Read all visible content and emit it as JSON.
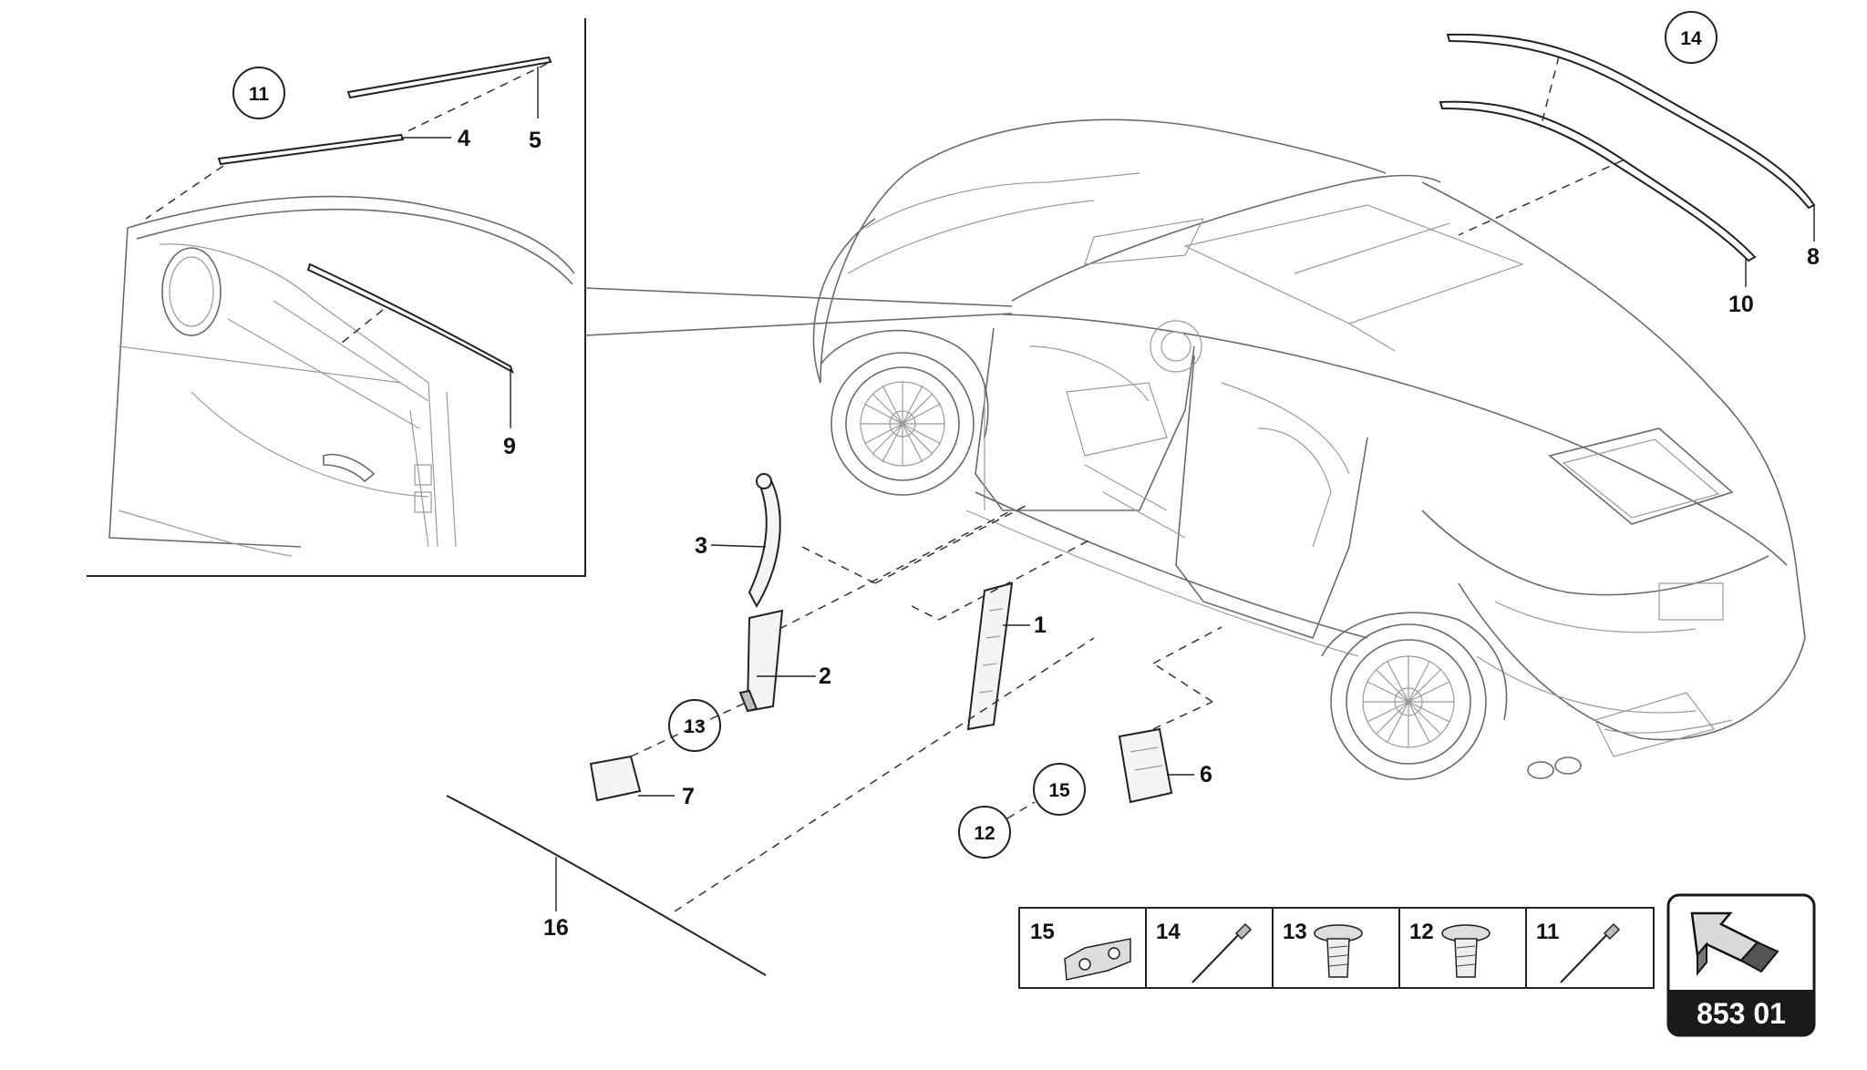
{
  "diagram": {
    "page_code": "853 01",
    "callouts": [
      {
        "id": "c1",
        "label": "1"
      },
      {
        "id": "c2",
        "label": "2"
      },
      {
        "id": "c3",
        "label": "3"
      },
      {
        "id": "c4",
        "label": "4"
      },
      {
        "id": "c5",
        "label": "5"
      },
      {
        "id": "c6",
        "label": "6"
      },
      {
        "id": "c7",
        "label": "7"
      },
      {
        "id": "c8",
        "label": "8"
      },
      {
        "id": "c9",
        "label": "9"
      },
      {
        "id": "c10",
        "label": "10"
      },
      {
        "id": "c16",
        "label": "16"
      }
    ],
    "circled": [
      {
        "id": "k11",
        "label": "11"
      },
      {
        "id": "k13",
        "label": "13"
      },
      {
        "id": "k14",
        "label": "14"
      },
      {
        "id": "k15",
        "label": "15"
      },
      {
        "id": "k12",
        "label": "12"
      }
    ],
    "legend": [
      {
        "label": "15",
        "icon": "clip-plate-icon"
      },
      {
        "label": "14",
        "icon": "rivet-pin-icon"
      },
      {
        "label": "13",
        "icon": "screw-icon"
      },
      {
        "label": "12",
        "icon": "screw-icon"
      },
      {
        "label": "11",
        "icon": "rivet-pin-icon"
      }
    ],
    "colors": {
      "line": "#222222",
      "badge": "#1a1a1a",
      "badge_text": "#ffffff"
    }
  }
}
